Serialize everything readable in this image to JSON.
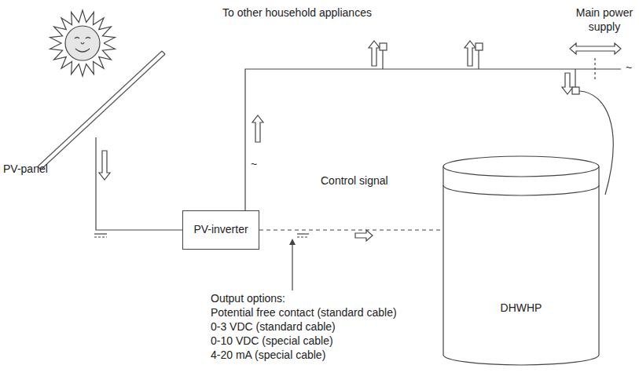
{
  "diagram": {
    "nodes": [
      {
        "text": [
          "PV-inverter"
        ]
      },
      {
        "text": [
          "DHWHP"
        ]
      }
    ],
    "edges": [
      {
        "from": 0,
        "to": 1,
        "label": "Control signal",
        "arrow": "none"
      }
    ],
    "labels": [
      "PV-panel",
      "To other household appliances",
      "Main power supply",
      "~",
      "~",
      "Output options:",
      "Potential free contact (standard cable)",
      "0-3 VDC (standard cable)",
      "0-10 VDC (special cable)",
      "4-20 mA (special cable)"
    ]
  }
}
